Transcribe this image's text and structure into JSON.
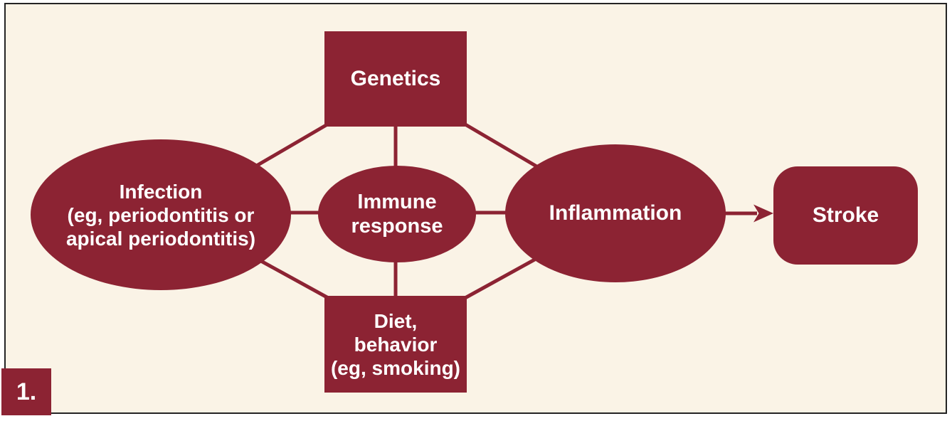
{
  "figure": {
    "number_label": "1.",
    "type": "flow-diagram",
    "colors": {
      "node_fill": "#8C2333",
      "background": "#FAF3E6",
      "frame_border": "#242424",
      "label_text": "#FFFFFF"
    },
    "nodes": {
      "genetics": {
        "label": "Genetics",
        "shape": "rectangle"
      },
      "infection": {
        "lines": [
          "Infection",
          "(eg, periodontitis or",
          "apical periodontitis)"
        ],
        "shape": "ellipse"
      },
      "immune_response": {
        "lines": [
          "Immune",
          "response"
        ],
        "shape": "ellipse"
      },
      "inflammation": {
        "label": "Inflammation",
        "shape": "ellipse"
      },
      "diet_behavior": {
        "lines": [
          "Diet,",
          "behavior",
          "(eg, smoking)"
        ],
        "shape": "rectangle"
      },
      "stroke": {
        "label": "Stroke",
        "shape": "rounded-rectangle"
      }
    },
    "edges": [
      {
        "from": "genetics",
        "to": "infection",
        "style": "line"
      },
      {
        "from": "genetics",
        "to": "immune_response",
        "style": "line"
      },
      {
        "from": "genetics",
        "to": "inflammation",
        "style": "line"
      },
      {
        "from": "infection",
        "to": "immune_response",
        "style": "line"
      },
      {
        "from": "immune_response",
        "to": "inflammation",
        "style": "line"
      },
      {
        "from": "immune_response",
        "to": "diet_behavior",
        "style": "line"
      },
      {
        "from": "infection",
        "to": "diet_behavior",
        "style": "line"
      },
      {
        "from": "inflammation",
        "to": "diet_behavior",
        "style": "line"
      },
      {
        "from": "inflammation",
        "to": "stroke",
        "style": "arrow"
      }
    ]
  }
}
